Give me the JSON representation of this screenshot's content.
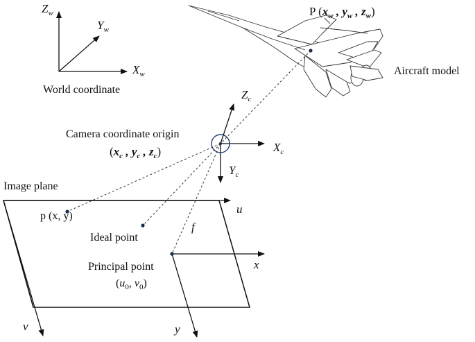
{
  "world": {
    "z_label": "Z",
    "z_sub": "w",
    "y_label": "Y",
    "y_sub": "w",
    "x_label": "X",
    "x_sub": "w",
    "caption": "World coordinate"
  },
  "point_P": {
    "prefix": "P (",
    "x": "x",
    "x_sub": "w",
    "y": "y",
    "y_sub": "w",
    "z": "z",
    "z_sub": "w",
    "suffix": ")"
  },
  "aircraft_label": "Aircraft model",
  "camera": {
    "title": "Camera coordinate origin",
    "open": "(",
    "x": "x",
    "x_sub": "c",
    "y": "y",
    "y_sub": "c",
    "z": "z",
    "z_sub": "c",
    "close": ")",
    "zc_label": "Z",
    "zc_sub": "c",
    "xc_label": "X",
    "xc_sub": "c",
    "yc_label": "Y",
    "yc_sub": "c"
  },
  "image_plane": {
    "title": "Image plane",
    "u_label": "u",
    "v_label": "v",
    "x_label": "x",
    "y_label": "y",
    "focal_label": "f",
    "p_point": "p (x, y)",
    "ideal_point": "Ideal point",
    "principal_point": "Principal point",
    "principal_open": "(",
    "u0": "u",
    "u0_sub": "0",
    "comma": ", ",
    "v0": "v",
    "v0_sub": "0",
    "principal_close": ")"
  }
}
